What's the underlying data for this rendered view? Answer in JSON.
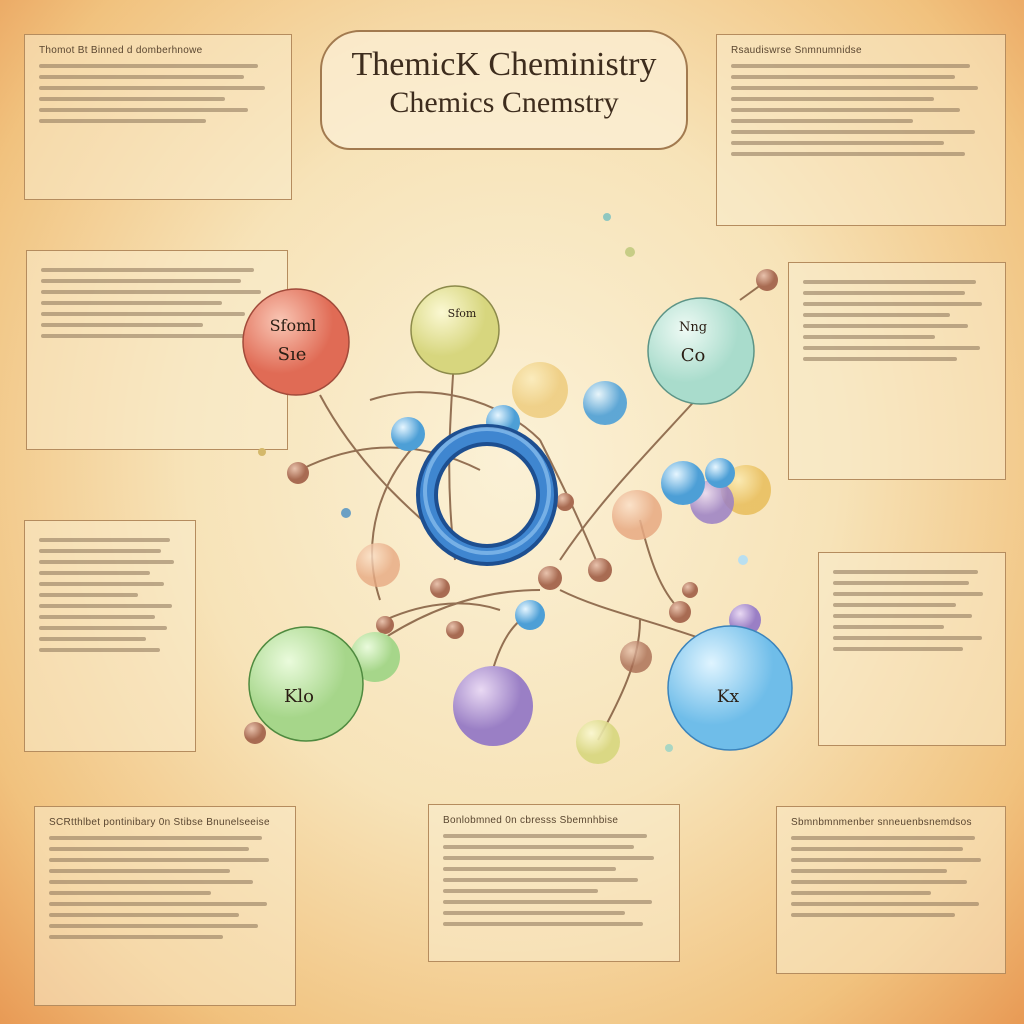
{
  "title": {
    "line1": "ThemicK Cheministry",
    "line2": "Chemics Cnemstry"
  },
  "atoms": {
    "red": {
      "label1": "Sfoml",
      "label2": "Sıe",
      "color": "#e8735f"
    },
    "yellow": {
      "label1": "Sfom",
      "label2": "",
      "color": "#e6e59a"
    },
    "cyan": {
      "label1": "Nng",
      "label2": "Co",
      "color": "#bfe8dc"
    },
    "green": {
      "label1": "Klo",
      "label2": "",
      "color": "#bfe4a6"
    },
    "blue": {
      "label1": "Kx",
      "label2": "",
      "color": "#8ccff0"
    }
  },
  "ring": {
    "color": "#2f6fb5"
  },
  "panels": {
    "top_left": {
      "heading": "Thomot Bt Binned d domberhnowe",
      "lines": 6
    },
    "top_right": {
      "heading": "Rsaudiswrse Snmnumnidse",
      "lines": 9
    },
    "mid_left": {
      "heading": "",
      "lines": 7
    },
    "mid_right": {
      "heading": "",
      "lines": 8
    },
    "low_left": {
      "heading": "",
      "lines": 11
    },
    "low_right": {
      "heading": "",
      "lines": 8
    },
    "bottom_left": {
      "heading": "SCRtthlbet pontinibary 0n Stibse Bnunelseeise",
      "lines": 10
    },
    "bottom_center": {
      "heading": "Bonlobmned 0n cbresss Sbemnhbise",
      "lines": 9
    },
    "bottom_right": {
      "heading": "Sbmnbmnmenber snneuenbsnemdsos",
      "lines": 8
    }
  }
}
